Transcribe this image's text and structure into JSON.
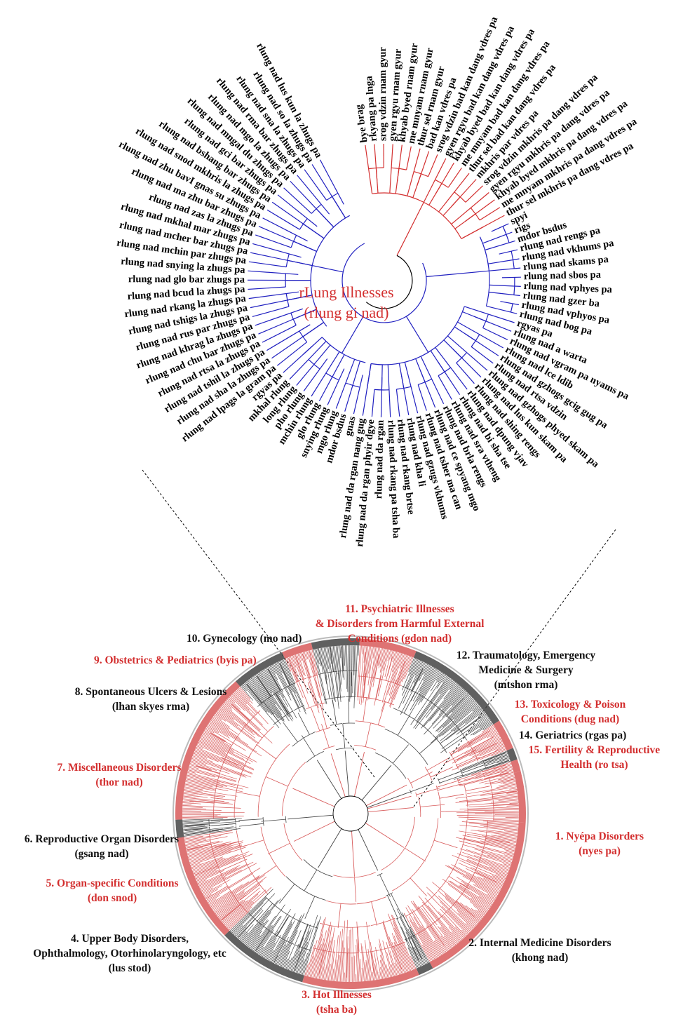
{
  "center_title": {
    "line1": "rLung Illnesses",
    "line2": "(rlung gi nad)"
  },
  "colors": {
    "red": "#d32f2f",
    "blue": "#2020c0",
    "gray": "#555555",
    "pink": "#e57373",
    "dark": "#666666"
  },
  "leaves": [
    "bye brag",
    "rkyang pa lnga",
    "srog vdzin rnam gyur",
    "gyen rgyu rnam gyur",
    "khyab byed rnam gyur",
    "me mnyam rnam gyur",
    "thur sel rnam gyur",
    "bad kan vdres pa",
    "srog vdzin bad kan dang vdres pa",
    "gyen rgyu bad kan dang vdres pa",
    "khyab byed bad kan dang vdres pa",
    "me mnyam bad kan dang vdres pa",
    "thur sel bad kan dang vdres pa",
    "mkhris par vdres pa",
    "srog vdzin mkhris pa dang vdres pa",
    "gyen rgyu mkhris pa dang vdres pa",
    "khyab byed mkhris pa dang vdres pa",
    "me mnyam mkhris pa dang vdres pa",
    "thur sel mkhris pa dang vdres pa",
    "spyi",
    "rigs",
    "mdor bsdus",
    "rlung nad rengs pa",
    "rlung nad vkhums pa",
    "rlung nad skams pa",
    "rlung nad sbos pa",
    "rlung nad vphyes pa",
    "rlung nad gzer ba",
    "rlung nad vphyos pa",
    "rlung nad bog pa",
    "rgyas pa",
    "rlung nad a warta",
    "rlung nad vgram pa nyams pa",
    "rlung nad lce ldib",
    "rlung nad gzhogs gcig gug pa",
    "rlung nad rtsa vdzin",
    "rlung nad gzhogs phyed skam pa",
    "rlung nad lus kun skam pa",
    "rlung nad shing rengs",
    "rlung nad dpung vjav",
    "rlung nad bi sha tse",
    "rlung nad sra vtheng",
    "rlung nad brla rengs",
    "rlung nad ce spyang mgo",
    "rlung nad tsher ma can",
    "rlung nad gzugs vkhums",
    "rlung nad kha li",
    "rlung nad rkang brtse",
    "rlung nad rkang pa tsha ba",
    "rlung nad da rgan",
    "rlung nad da rgan phyir dgye",
    "rlung nad da rgan nang gug",
    "gnas",
    "mdor bsdus",
    "mgo rlung",
    "snying rlung",
    "glo rlung",
    "mchin rlung",
    "pho rlung",
    "long rlung",
    "mkhal rlung",
    "rgyas pa",
    "rlung nad lpags la gram pa",
    "rlung nad sha la zhugs pa",
    "rlung nad tshil la zhugs pa",
    "rlung nad rtsa la zhugs pa",
    "rlung nad chu bar zhugs pa",
    "rlung nad khrag la zhugs pa",
    "rlung nad rus par zhugs pa",
    "rlung nad tshigs la zhugs pa",
    "rlung nad rkang la zhugs pa",
    "rlung nad bcud la zhugs pa",
    "rlung nad glo bar zhugs pa",
    "rlung nad snying la zhugs pa",
    "rlung nad mchin par zhugs pa",
    "rlung nad mcher bar zhugs pa",
    "rlung nad mkhal mar zhugs pa",
    "rlung nad zas la zhugs pa",
    "rlung nad ma zhu bar zhugs pa",
    "rlung nad zhu bavI gnas su zhugs pa",
    "rlung nad snod mkhris la zhugs pa",
    "rlung nad bshang bar zhugs pa",
    "rlung nad gci bar zhugs pa",
    "rlung nad mngal du zhugs pa",
    "rlung nad mgo la zhugs pa",
    "rlung nad rma bar zhugs pa",
    "rlung nad sna la zhugs pa",
    "rlung nad so la zhugs pa",
    "rlung nad lus kun la zhugs pa"
  ],
  "categories": [
    {
      "id": "c1",
      "line1": "1. Nyépa Disorders",
      "line2": "(nyes pa)"
    },
    {
      "id": "c2",
      "line1": "2. Internal Medicine Disorders",
      "line2": "(khong nad)"
    },
    {
      "id": "c3",
      "line1": "3. Hot Illnesses",
      "line2": "(tsha ba)"
    },
    {
      "id": "c4",
      "line1": "4. Upper Body Disorders,",
      "line2": "Ophthalmology, Otorhinolaryngology, etc",
      "line3": "(lus stod)"
    },
    {
      "id": "c5",
      "line1": "5. Organ-specific Conditions",
      "line2": "(don snod)"
    },
    {
      "id": "c6",
      "line1": "6. Reproductive Organ Disorders",
      "line2": "(gsang nad)"
    },
    {
      "id": "c7",
      "line1": "7. Miscellaneous Disorders",
      "line2": "(thor nad)"
    },
    {
      "id": "c8",
      "line1": "8. Spontaneous Ulcers & Lesions",
      "line2": "(lhan skyes rma)"
    },
    {
      "id": "c9",
      "line1": "9. Obstetrics & Pediatrics (byis pa)"
    },
    {
      "id": "c10",
      "line1": "10. Gynecology  (mo nad)"
    },
    {
      "id": "c11",
      "line1": "11. Psychiatric Illnesses",
      "line2": "& Disorders from Harmful External",
      "line3": "Conditions (gdon nad)"
    },
    {
      "id": "c12",
      "line1": "12. Traumatology, Emergency",
      "line2": "Medicine & Surgery",
      "line3": "(mtshon rma)"
    },
    {
      "id": "c13",
      "line1": "13. Toxicology & Poison",
      "line2": "Conditions (dug nad)"
    },
    {
      "id": "c14",
      "line1": "14. Geriatrics  (rgas pa)"
    },
    {
      "id": "c15",
      "line1": "15. Fertility & Reproductive",
      "line2": "Health   (ro tsa)"
    }
  ]
}
